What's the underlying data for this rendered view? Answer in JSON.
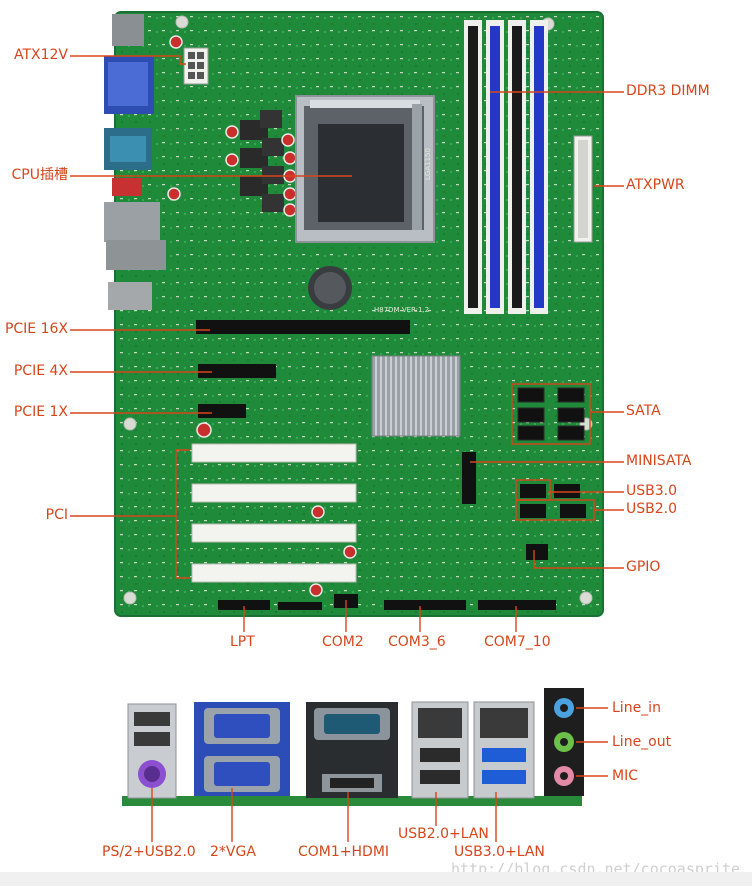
{
  "board_labels": {
    "atx12v": "ATX12V",
    "cpu_socket": "CPU插槽",
    "pcie16x": "PCIE 16X",
    "pcie4x": "PCIE 4X",
    "pcie1x": "PCIE 1X",
    "pci": "PCI",
    "ddr3": "DDR3 DIMM",
    "atxpwr": "ATXPWR",
    "sata": "SATA",
    "minisata": "MINISATA",
    "usb30": "USB3.0",
    "usb20": "USB2.0",
    "gpio": "GPIO",
    "lpt": "LPT",
    "com2": "COM2",
    "com3_6": "COM3_6",
    "com7_10": "COM7_10"
  },
  "io_labels": {
    "ps2_usb": "PS/2+USB2.0",
    "vga2": "2*VGA",
    "com1_hdmi": "COM1+HDMI",
    "usb20_lan": "USB2.0+LAN",
    "usb30_lan": "USB3.0+LAN",
    "line_in": "Line_in",
    "line_out": "Line_out",
    "mic": "MIC"
  },
  "board_silkscreen": {
    "model": "H87DM VER:1.2",
    "socket": "LGA1150"
  },
  "watermark": "http://blog.csdn.net/cocoasprite",
  "colors": {
    "label": "#d6461a",
    "pcb": "#1f8a3a",
    "dimm_blue": "#2438c8",
    "dimm_black": "#1a1a1a"
  }
}
